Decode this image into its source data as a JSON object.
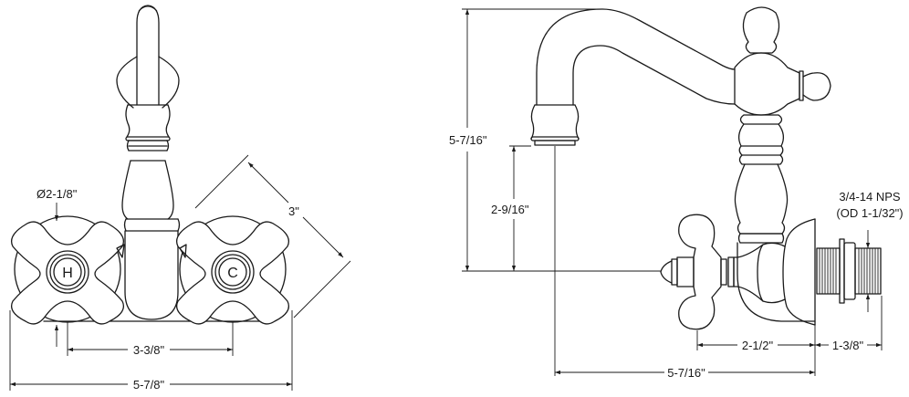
{
  "drawing": {
    "type": "faucet technical dimension drawing",
    "views": [
      "front-view",
      "side-view"
    ],
    "line_color": "#1a1a1a",
    "background": "#ffffff"
  },
  "front_view": {
    "hot_handle_letter": "H",
    "cold_handle_letter": "C",
    "dimensions": {
      "escutcheon_diameter": "Ø2-1/8\"",
      "handle_diagonal": "3\"",
      "center_spacing": "3-3/8\"",
      "overall_width": "5-7/8\""
    }
  },
  "side_view": {
    "dimensions": {
      "overall_height": "5-7/16\"",
      "spout_clearance": "2-9/16\"",
      "spout_reach": "5-7/16\"",
      "handle_to_wall": "2-1/2\"",
      "shank_length": "1-3/8\""
    },
    "thread_note": {
      "line1": "3/4-14 NPS",
      "line2": "(OD 1-1/32\")"
    }
  }
}
